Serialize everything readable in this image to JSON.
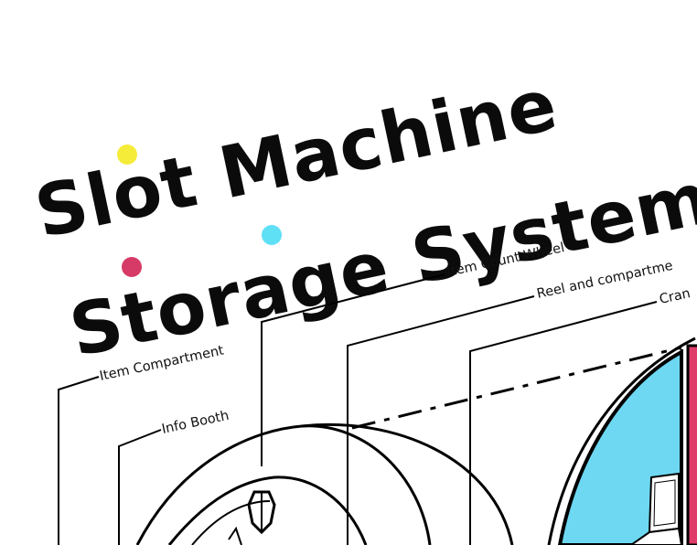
{
  "title": {
    "line1": "Slot Machine",
    "line2": "Storage System"
  },
  "labels": {
    "item_compartment": "Item Compartment",
    "info_booth": "Info Booth",
    "item_count_wheel": "Item Count Wheel",
    "reel_and_compartment": "Reel and compartme",
    "crank": "Cran"
  },
  "colors": {
    "yellow_dot": "#f5ec3a",
    "cyan_dot": "#5fe0f5",
    "magenta_dot": "#d63a66",
    "panel_blue": "#6ed8f2",
    "panel_pink": "#e03c6a"
  },
  "icons": [
    "laptop-icon"
  ]
}
